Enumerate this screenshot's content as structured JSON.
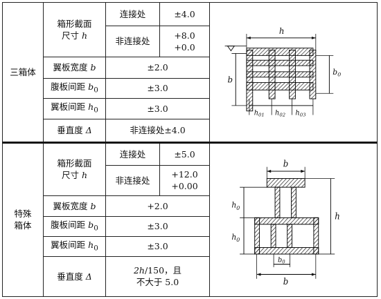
{
  "groups": [
    {
      "name": "三箱体",
      "rows": [
        {
          "item_pre": "箱形截面",
          "item_line2_pre": "尺寸",
          "item_var": "h",
          "sub": [
            {
              "cond": "连接处",
              "tol": "±4.0"
            },
            {
              "cond": "非连接处",
              "tol_line1": "+8.0",
              "tol_line2": "+0.0"
            }
          ]
        },
        {
          "label": "翼板宽度",
          "var": "b",
          "tol": "±2.0"
        },
        {
          "label": "腹板间距",
          "var": "b",
          "sub": "0",
          "tol": "±3.0"
        },
        {
          "label": "翼板间距",
          "var": "h",
          "sub": "0",
          "tol": "±3.0"
        },
        {
          "label": "垂直度",
          "var": "Δ",
          "tol": "非连接处±4.0"
        }
      ],
      "figure": {
        "h": "h",
        "b": "b",
        "b0": "b",
        "b0_sub": "0",
        "h01": "h",
        "h01_sub": "01",
        "h02": "h",
        "h02_sub": "02",
        "h03": "h",
        "h03_sub": "03"
      }
    },
    {
      "name_line1": "特殊",
      "name_line2": "箱体",
      "rows": [
        {
          "item_pre": "箱形截面",
          "item_line2_pre": "尺寸",
          "item_var": "h",
          "sub": [
            {
              "cond": "连接处",
              "tol": "±5.0"
            },
            {
              "cond": "非连接处",
              "tol_line1": "+12.0",
              "tol_line2": "+0.00"
            }
          ]
        },
        {
          "label": "翼板宽度",
          "var": "b",
          "tol": "+2.0"
        },
        {
          "label": "腹板间距",
          "var": "b",
          "sub": "0",
          "tol": "±3.0"
        },
        {
          "label": "翼板间距",
          "var": "h",
          "sub": "0",
          "tol": "±3.0"
        },
        {
          "label": "垂直度",
          "var": "Δ",
          "tol_line1_var": "2h",
          "tol_line1_rest": "/150，且",
          "tol_line2": "不大于 5.0"
        }
      ],
      "figure": {
        "b_top": "b",
        "h": "h",
        "h0_a": "h",
        "h0_b": "h",
        "h0_sub": "0",
        "b0": "b",
        "b0_sub": "0",
        "b_bottom": "b"
      }
    }
  ]
}
